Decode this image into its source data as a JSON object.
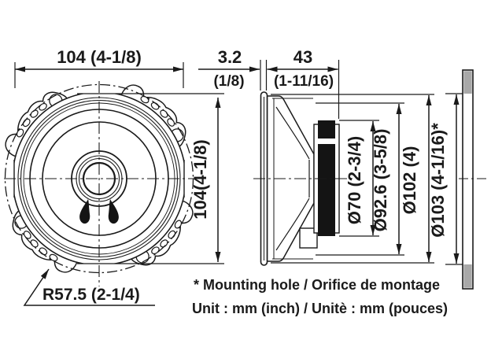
{
  "front_view": {
    "width_dim": "104 (4-1/8)",
    "height_dim": "104(4-1/8)",
    "mounting_radius_dim": "R57.5 (2-1/4)"
  },
  "side_view": {
    "flange_mm": "3.2",
    "flange_inch": "(1/8)",
    "depth_mm": "43",
    "depth_inch": "(1-11/16)",
    "diameters": [
      "Ø70 (2-3/4)",
      "Ø92.6 (3-5/8)",
      "Ø102 (4)",
      "Ø103 (4-1/16)*"
    ]
  },
  "notes": {
    "mounting_hole": "* Mounting hole / Orifice de montage",
    "units": "Unit : mm (inch) / Unitè : mm (pouces)"
  },
  "colors": {
    "line": "#1a1a1a",
    "panel_gray": "#a8a8a8",
    "background": "#ffffff"
  }
}
